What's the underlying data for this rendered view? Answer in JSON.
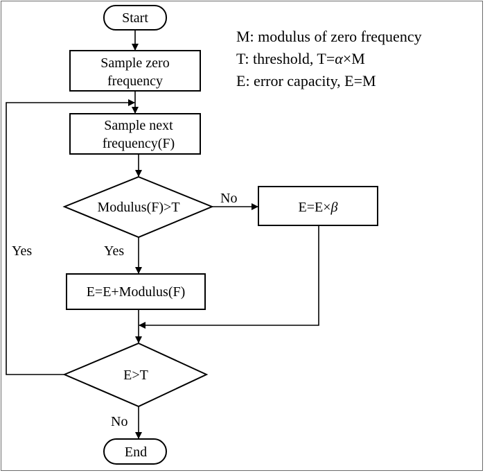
{
  "legend": {
    "line1": "M: modulus of zero frequency",
    "line2_prefix": "T: threshold, T=",
    "line2_symbol": "α",
    "line2_suffix": "×M",
    "line3": "E: error capacity, E=M"
  },
  "nodes": {
    "start": "Start",
    "sample_zero_line1": "Sample zero",
    "sample_zero_line2": "frequency",
    "sample_next_line1": "Sample next",
    "sample_next_line2": "frequency(F)",
    "decision_modulus": "Modulus(F)>T",
    "update_beta_prefix": "E=E×",
    "update_beta_symbol": "β",
    "update_add": "E=E+Modulus(F)",
    "decision_error": "E>T",
    "end": "End"
  },
  "edges": {
    "no_modulus": "No",
    "yes_modulus": "Yes",
    "yes_loop": "Yes",
    "no_error": "No"
  }
}
